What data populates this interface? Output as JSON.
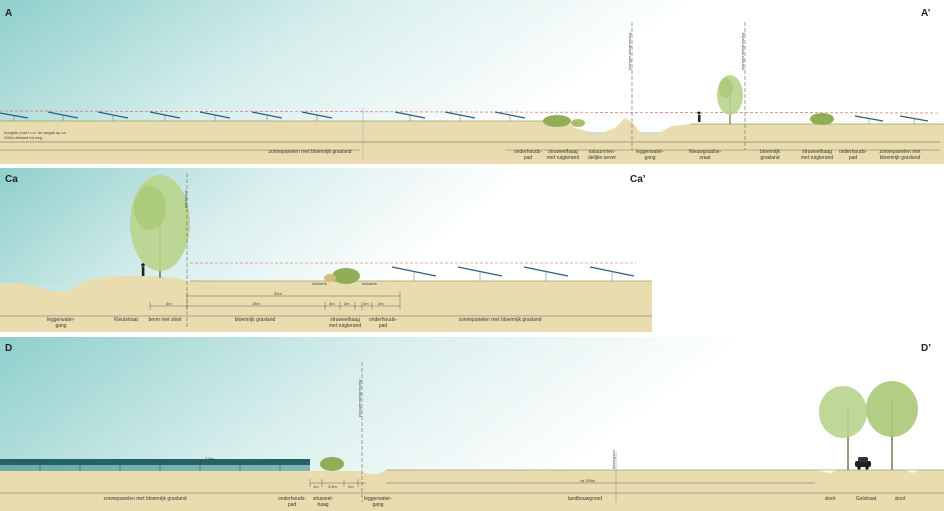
{
  "sectionA": {
    "start": "A",
    "end": "A’",
    "highpoint_note": "hoogste punt t.o.v. de wegas op ca 200m afstand tot weg",
    "labels": {
      "solar": "zonnepanelen met bloemrijk grasland",
      "maint1": "onderhouds-\npad",
      "hedge1": "struweelhaag\nmet ruigterand",
      "bank": "natuurvrien-\ndelijke oever",
      "ditch": "leggerwater-\ngang",
      "road": "Nieuwgraafse-\nsraat",
      "meadow": "bloemrijk\ngrasland",
      "hedge2": "struweelhaag\nmet ruigterand",
      "maint2": "onderhouds-\npad",
      "solar2": "zonnepanelen met\nbloemrijk grasland"
    },
    "vlabels": [
      "plangrensbegrenzing",
      "plangrensbegrenzing"
    ]
  },
  "sectionCa": {
    "start": "Ca",
    "end": "Ca’",
    "vlabel": "plangrens",
    "dims": {
      "total": "30m",
      "d1": "4m",
      "d2": "18m",
      "d3": "3m",
      "d4": "3m",
      "d5": "1m",
      "d6": "2m"
    },
    "labels": {
      "ditch": "leggerwater-\ngang",
      "street": "Kleutstraat",
      "berm": "berm met sloot",
      "meadow": "bloemrijk grasland",
      "hedge": "struweelhaag\nmet ruigterand",
      "maint": "onderhouds-\npad",
      "solar": "zonnepanelen met bloemrijk grasland"
    },
    "tags": [
      "hekwerk",
      "hekwerk"
    ]
  },
  "sectionD": {
    "start": "D",
    "end": "D’",
    "vlabels": [
      "plangrensbegrenzing",
      "kavelgrens"
    ],
    "dims": {
      "height": "2,5m",
      "d1": "1m",
      "d2": "3,5m",
      "d3": "2m",
      "field": "ca 200m"
    },
    "labels": {
      "solar": "zonnepanelen met bloemrijk grasland",
      "maint": "onderhouds-\npad",
      "hedge": "struweel-\nhaag",
      "ditch": "leggerwater-\ngang",
      "farm": "landbouwgrond",
      "ditch2": "sloot",
      "road": "Gelstraat",
      "ditch3": "sloot"
    }
  }
}
